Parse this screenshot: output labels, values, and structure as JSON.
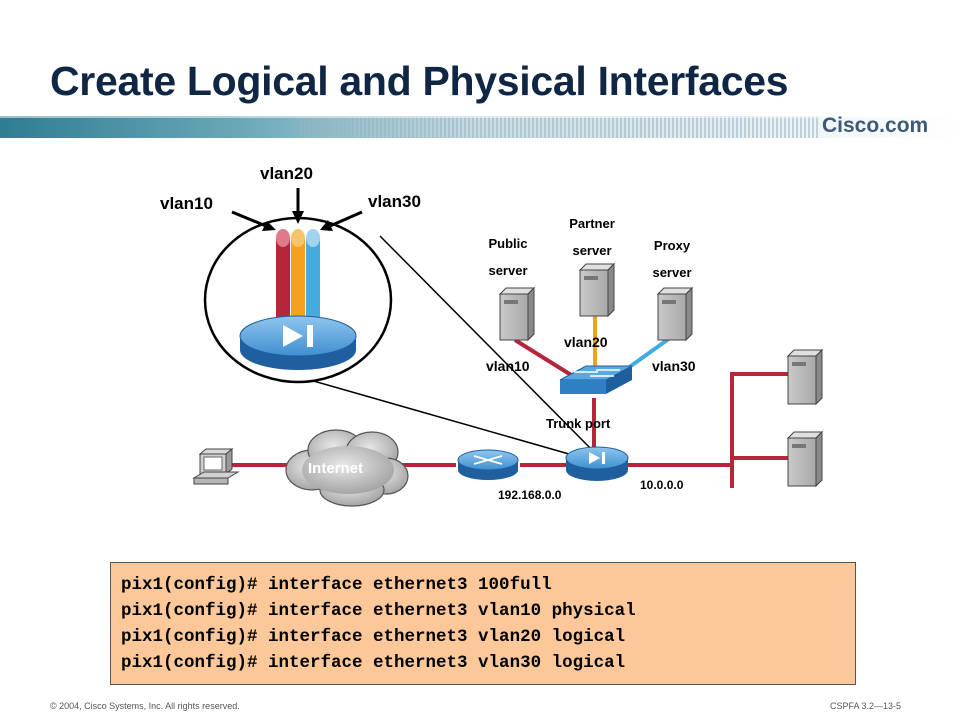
{
  "slide": {
    "title": "Create Logical and Physical Interfaces",
    "brand": "Cisco.com"
  },
  "diagram": {
    "zoom_labels": {
      "vlan10": "vlan10",
      "vlan20": "vlan20",
      "vlan30": "vlan30"
    },
    "servers": {
      "public": {
        "line1": "Public",
        "line2": "server"
      },
      "partner": {
        "line1": "Partner",
        "line2": "server"
      },
      "proxy": {
        "line1": "Proxy",
        "line2": "server"
      }
    },
    "link_labels": {
      "vlan10": "vlan10",
      "vlan20": "vlan20",
      "vlan30": "vlan30"
    },
    "trunk_port": "Trunk port",
    "internet": "Internet",
    "net_outside": "192.168.0.0",
    "net_inside": "10.0.0.0",
    "colors": {
      "vlan10": "#b5263a",
      "vlan20": "#f5a01e",
      "vlan30": "#45aadd",
      "device_blue": "#2f7fc4"
    }
  },
  "config": {
    "lines": [
      "pix1(config)# interface ethernet3 100full",
      "pix1(config)# interface ethernet3 vlan10 physical",
      "pix1(config)# interface ethernet3 vlan20 logical",
      "pix1(config)# interface ethernet3 vlan30 logical"
    ]
  },
  "footer": {
    "copyright": "© 2004, Cisco Systems, Inc. All rights reserved.",
    "course": "CSPFA 3.2—13-5"
  }
}
